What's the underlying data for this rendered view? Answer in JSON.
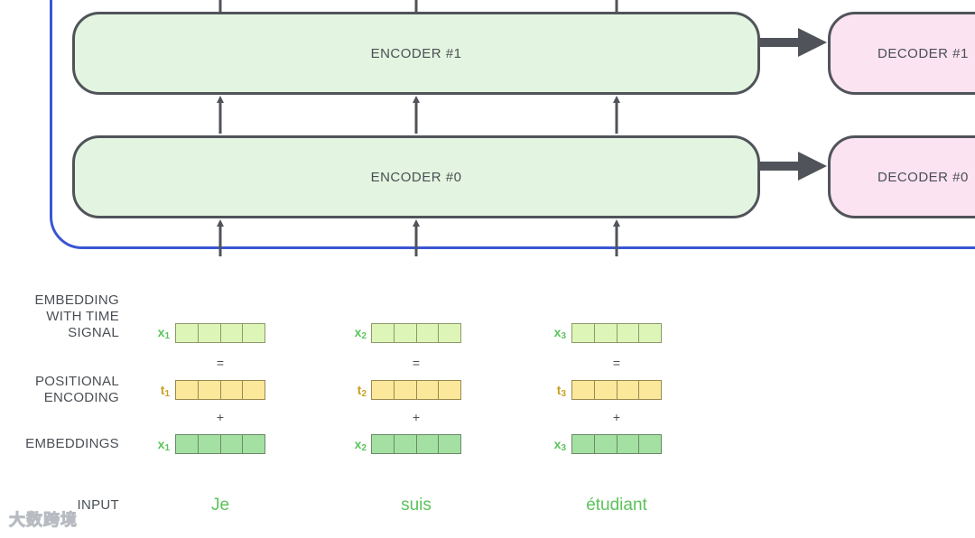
{
  "encoders": [
    {
      "label": "ENCODER #1"
    },
    {
      "label": "ENCODER #0"
    }
  ],
  "decoders": [
    {
      "label": "DECODER #1"
    },
    {
      "label": "DECODER #0"
    }
  ],
  "rows": {
    "signal": "EMBEDDING WITH TIME SIGNAL",
    "positional": "POSITIONAL ENCODING",
    "embeddings": "EMBEDDINGS",
    "input": "INPUT"
  },
  "tokens": [
    {
      "word": "Je",
      "x": "x",
      "t": "t",
      "sub": "1"
    },
    {
      "word": "suis",
      "x": "x",
      "t": "t",
      "sub": "2"
    },
    {
      "word": "étudiant",
      "x": "x",
      "t": "t",
      "sub": "3"
    }
  ],
  "ops": {
    "equals": "=",
    "plus": "+"
  },
  "watermark": "大数跨境",
  "colors": {
    "encoder_fill": "#e3f5e0",
    "decoder_fill": "#fce3f1",
    "frame": "#3a56d4",
    "embedding": "#a4e0a2",
    "positional": "#fbe89a",
    "signal": "#def5b8",
    "token_text": "#5cc35a",
    "t_text": "#c9a020"
  }
}
